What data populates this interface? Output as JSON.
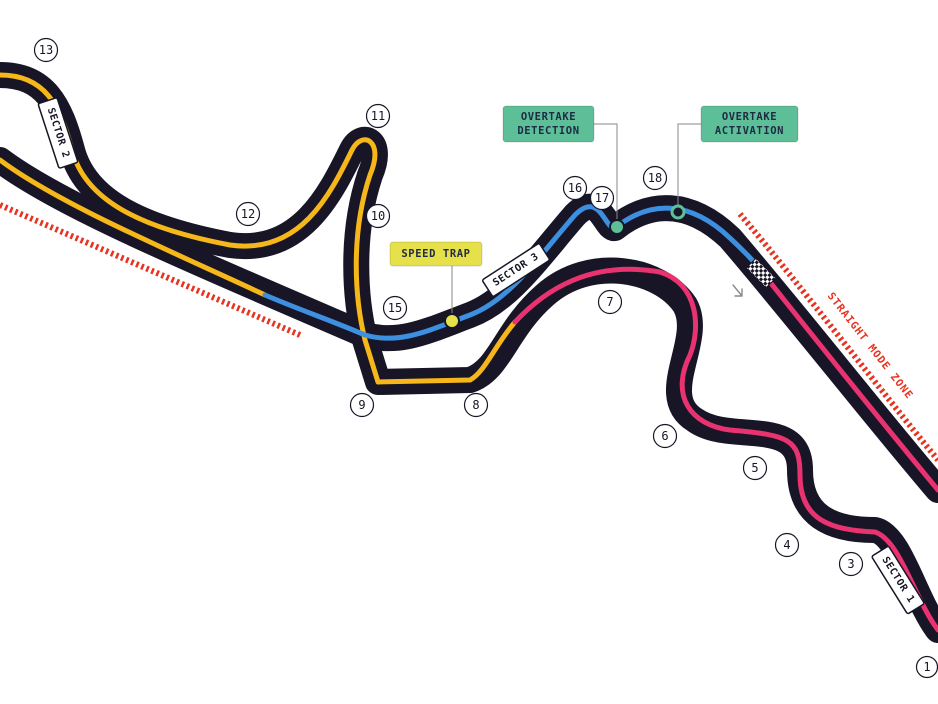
{
  "colors": {
    "outline": "#171526",
    "sector1": "#e83370",
    "sector2": "#f5b719",
    "sector3": "#3d8fe0",
    "zone": "#e8321f",
    "speed_trap_bg": "#e6e14a",
    "overtake_bg": "#5dbf97",
    "marker_yellow": "#e6e14a",
    "marker_green": "#5dbf97"
  },
  "turns": [
    "1",
    "3",
    "4",
    "5",
    "6",
    "7",
    "8",
    "9",
    "10",
    "11",
    "12",
    "13",
    "15",
    "16",
    "17",
    "18"
  ],
  "sectors": {
    "sector1": "SECTOR 1",
    "sector2": "SECTOR 2",
    "sector3": "SECTOR 3"
  },
  "callouts": {
    "speed_trap": "SPEED TRAP",
    "overtake_detection": [
      "OVERTAKE",
      "DETECTION"
    ],
    "overtake_activation": [
      "OVERTAKE",
      "ACTIVATION"
    ]
  },
  "zone_label": "STRAIGHT MODE ZONE",
  "icons": {
    "start_finish": "checkered-flag-icon",
    "direction": "direction-arrow-icon"
  }
}
